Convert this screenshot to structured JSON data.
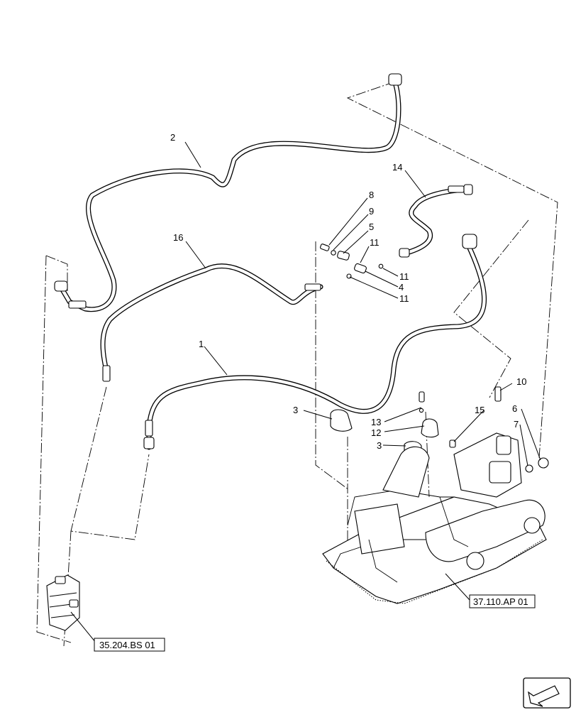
{
  "callouts": [
    "1",
    "2",
    "3",
    "3",
    "4",
    "5",
    "6",
    "7",
    "8",
    "9",
    "10",
    "11",
    "11",
    "11",
    "12",
    "13",
    "14",
    "15",
    "16"
  ],
  "references": {
    "lift_assembly": "37.110.AP 01",
    "control_valve": "35.204.BS 01"
  },
  "icons": [
    "navigation-arrow-icon"
  ]
}
